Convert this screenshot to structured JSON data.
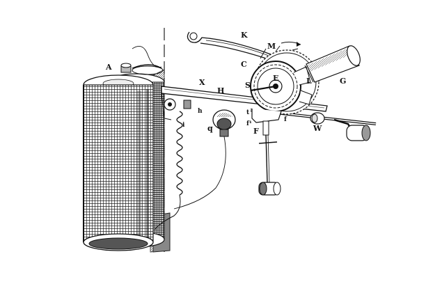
{
  "image": {
    "kind": "engraved illustration",
    "ink_color": "#111111",
    "paper_color": "#ffffff"
  },
  "labels": {
    "A": "A",
    "K": "K",
    "M": "M",
    "C": "C",
    "E": "E",
    "S": "S",
    "L": "L",
    "G": "G",
    "X": "X",
    "H": "H",
    "h": "h",
    "i": "i",
    "q": "q",
    "t": "t",
    "f1": "f¹",
    "f": "f",
    "F": "F",
    "W": "W"
  }
}
